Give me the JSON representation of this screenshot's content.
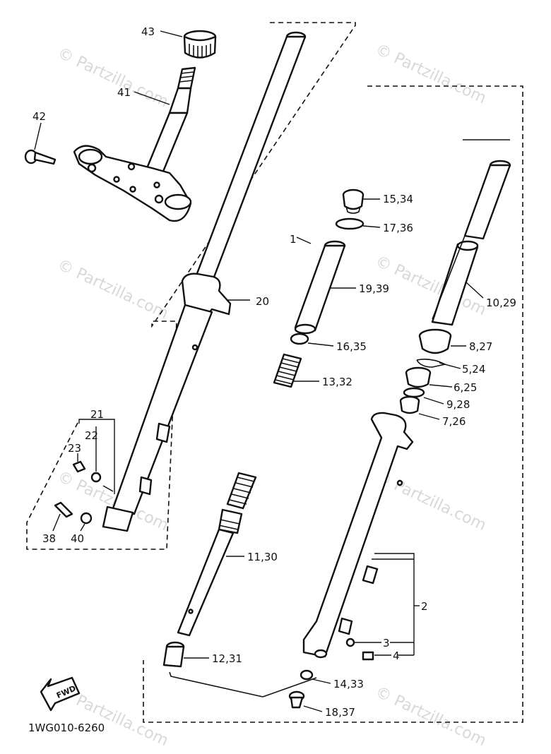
{
  "callouts": [
    {
      "id": "43",
      "text": "43"
    },
    {
      "id": "41",
      "text": "41"
    },
    {
      "id": "42",
      "text": "42"
    },
    {
      "id": "20",
      "text": "20"
    },
    {
      "id": "21",
      "text": "21"
    },
    {
      "id": "22",
      "text": "22"
    },
    {
      "id": "23",
      "text": "23"
    },
    {
      "id": "38",
      "text": "38"
    },
    {
      "id": "40",
      "text": "40"
    },
    {
      "id": "1",
      "text": "1"
    },
    {
      "id": "15",
      "text": "15,34"
    },
    {
      "id": "17",
      "text": "17,36"
    },
    {
      "id": "19",
      "text": "19,39"
    },
    {
      "id": "16",
      "text": "16,35"
    },
    {
      "id": "13",
      "text": "13,32"
    },
    {
      "id": "11",
      "text": "11,30"
    },
    {
      "id": "12",
      "text": "12,31"
    },
    {
      "id": "14",
      "text": "14,33"
    },
    {
      "id": "18",
      "text": "18,37"
    },
    {
      "id": "10",
      "text": "10,29"
    },
    {
      "id": "8",
      "text": "8,27"
    },
    {
      "id": "5",
      "text": "5,24"
    },
    {
      "id": "6",
      "text": "6,25"
    },
    {
      "id": "9",
      "text": "9,28"
    },
    {
      "id": "7",
      "text": "7,26"
    },
    {
      "id": "2",
      "text": "2"
    },
    {
      "id": "3",
      "text": "3"
    },
    {
      "id": "4",
      "text": "4"
    }
  ],
  "fwd_label": "FWD",
  "diagram_code": "1WG010-6260",
  "watermark": "© Partzilla.com"
}
